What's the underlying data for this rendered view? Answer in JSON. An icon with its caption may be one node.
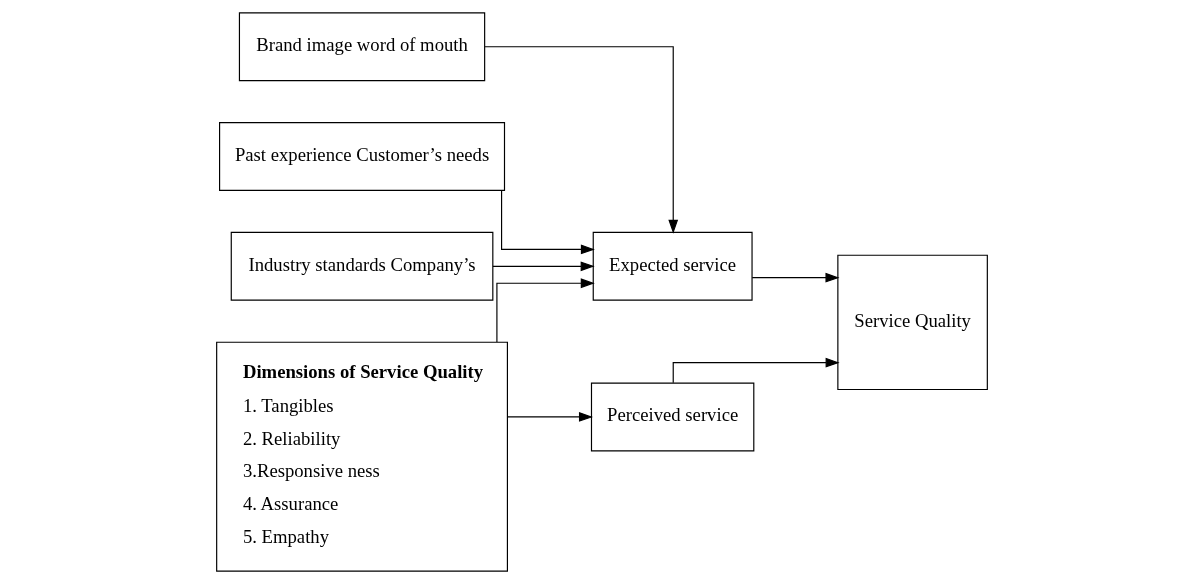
{
  "diagram": {
    "nodes": [
      {
        "text": [
          "Brand image word of mouth"
        ]
      },
      {
        "text": [
          "Past experience Customer’s needs"
        ]
      },
      {
        "text": [
          "Industry standards Company’s"
        ]
      },
      {
        "text": [
          "Dimensions of Service Quality",
          "1. Tangibles",
          "2. Reliability",
          "3.Responsive ness",
          "4. Assurance",
          "5. Empathy"
        ]
      },
      {
        "text": [
          "Expected service"
        ]
      },
      {
        "text": [
          "Perceived service"
        ]
      },
      {
        "text": [
          "Service Quality"
        ]
      }
    ],
    "edges": [
      {
        "from": 0,
        "to": 4,
        "arrow": "to"
      },
      {
        "from": 1,
        "to": 4,
        "arrow": "to"
      },
      {
        "from": 2,
        "to": 4,
        "arrow": "to"
      },
      {
        "from": 3,
        "to": 4,
        "arrow": "to"
      },
      {
        "from": 3,
        "to": 5,
        "arrow": "to"
      },
      {
        "from": 4,
        "to": 6,
        "arrow": "to"
      },
      {
        "from": 5,
        "to": 6,
        "arrow": "to"
      }
    ]
  }
}
